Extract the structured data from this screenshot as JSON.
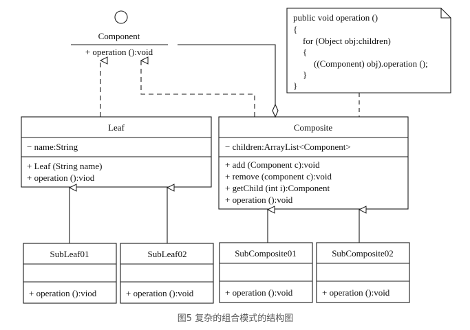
{
  "interface": {
    "name": "Component",
    "operations": [
      "+ operation ():void"
    ]
  },
  "note": {
    "lines": [
      "public void operation ()",
      "{",
      "for (Object obj:children)",
      "{",
      "((Component) obj).operation ();",
      "}",
      "}"
    ]
  },
  "classes": {
    "leaf": {
      "name": "Leaf",
      "attributes": [
        "− name:String"
      ],
      "operations": [
        "+ Leaf (String name)",
        "+ operation ():viod"
      ]
    },
    "composite": {
      "name": "Composite",
      "attributes": [
        "− children:ArrayList<Component>"
      ],
      "operations": [
        "+ add (Component c):void",
        "+ remove (component c):void",
        "+ getChild (int i):Component",
        "+ operation ():void"
      ]
    },
    "subleaf01": {
      "name": "SubLeaf01",
      "operations": [
        "+ operation ():viod"
      ]
    },
    "subleaf02": {
      "name": "SubLeaf02",
      "operations": [
        "+ operation ():void"
      ]
    },
    "subcomposite01": {
      "name": "SubComposite01",
      "operations": [
        "+ operation ():void"
      ]
    },
    "subcomposite02": {
      "name": "SubComposite02",
      "operations": [
        "+ operation ():void"
      ]
    }
  },
  "caption": "图5 复杂的组合模式的结构图",
  "colors": {
    "line": "#1a1a1a",
    "text": "#111111",
    "caption": "#555555",
    "background": "#ffffff"
  }
}
